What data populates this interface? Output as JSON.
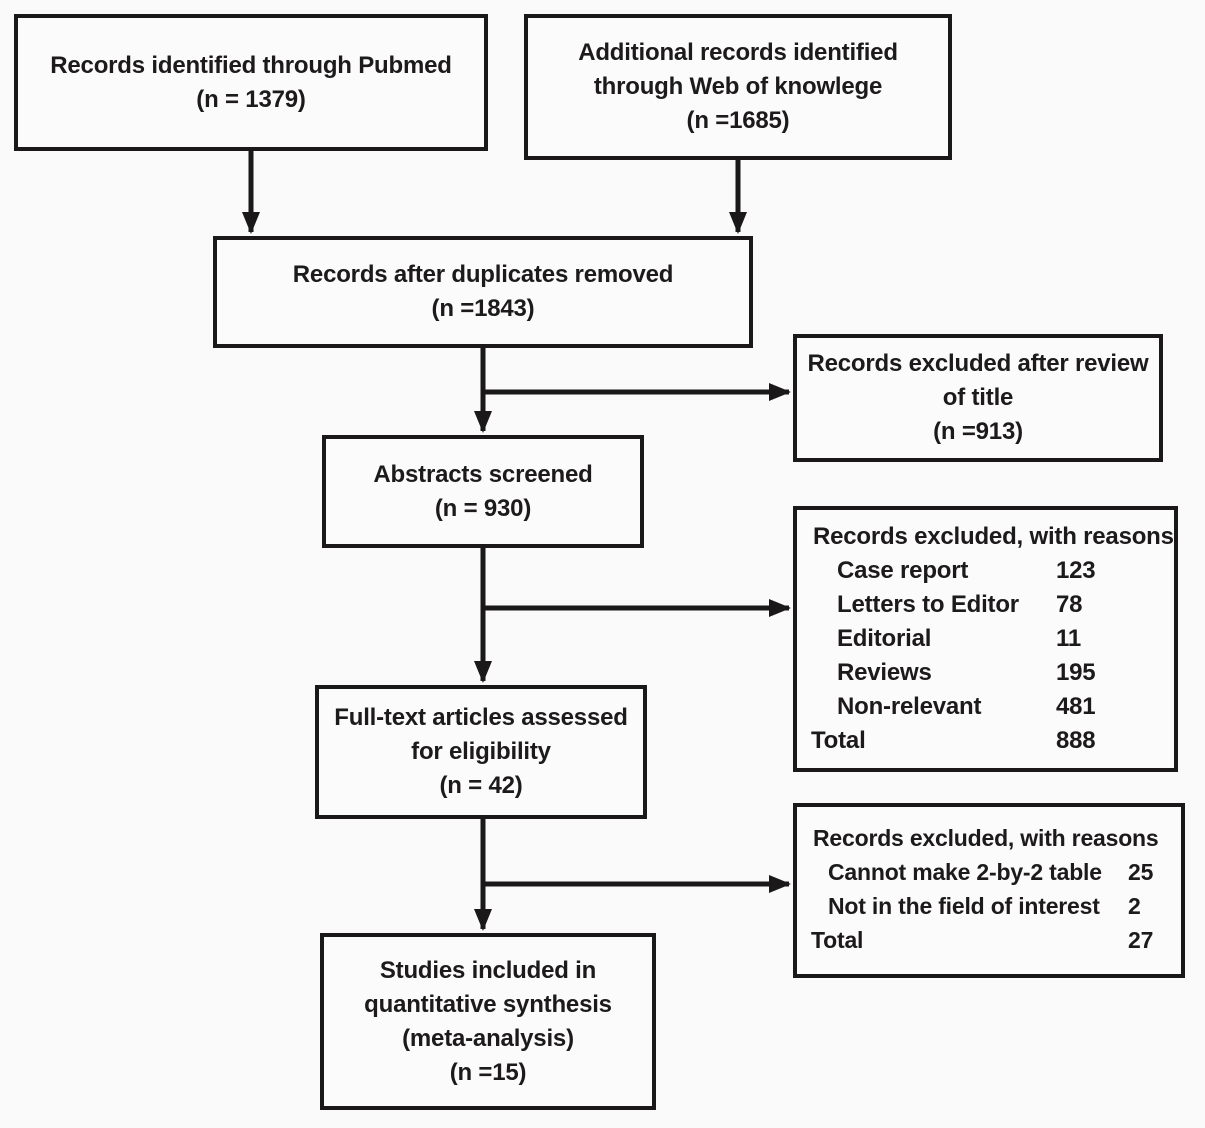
{
  "diagram": {
    "kind": "prisma-flowchart",
    "colors": {
      "line": "#1a1818",
      "text": "#1c1a1a",
      "background": "#fbfafa",
      "box_fill": "#fcfbfb"
    },
    "boxes": {
      "pubmed": {
        "lines": [
          "Records identified through Pubmed",
          "(n = 1379)"
        ]
      },
      "wok": {
        "lines": [
          "Additional records identified",
          "through Web of knowlege",
          "(n =1685)"
        ]
      },
      "duplicates_removed": {
        "lines": [
          "Records after duplicates removed",
          "(n =1843)"
        ]
      },
      "excluded_title": {
        "lines": [
          "Records excluded after review",
          "of title",
          "(n =913)"
        ]
      },
      "abstracts_screened": {
        "lines": [
          "Abstracts screened",
          "(n = 930)"
        ]
      },
      "excluded_abstract": {
        "header": "Records excluded, with reasons",
        "rows": [
          {
            "label": "Case report",
            "value": "123"
          },
          {
            "label": "Letters to Editor",
            "value": "78"
          },
          {
            "label": "Editorial",
            "value": "11"
          },
          {
            "label": "Reviews",
            "value": "195"
          },
          {
            "label": "Non-relevant",
            "value": "481"
          }
        ],
        "total": {
          "label": "Total",
          "value": "888"
        }
      },
      "fulltext": {
        "lines": [
          "Full-text articles assessed",
          "for eligibility",
          "(n = 42)"
        ]
      },
      "excluded_fulltext": {
        "header": "Records excluded, with reasons",
        "rows": [
          {
            "label": "Cannot make 2-by-2 table",
            "value": "25"
          },
          {
            "label": "Not in the field of interest",
            "value": "2"
          }
        ],
        "total": {
          "label": "Total",
          "value": "27"
        }
      },
      "included": {
        "lines": [
          "Studies included in",
          "quantitative synthesis",
          "(meta-analysis)",
          "(n =15)"
        ]
      }
    },
    "edges": [
      {
        "from": "pubmed",
        "to": "duplicates_removed"
      },
      {
        "from": "wok",
        "to": "duplicates_removed"
      },
      {
        "from": "duplicates_removed",
        "to": "excluded_title"
      },
      {
        "from": "duplicates_removed",
        "to": "abstracts_screened"
      },
      {
        "from": "abstracts_screened",
        "to": "excluded_abstract"
      },
      {
        "from": "abstracts_screened",
        "to": "fulltext"
      },
      {
        "from": "fulltext",
        "to": "excluded_fulltext"
      },
      {
        "from": "fulltext",
        "to": "included"
      }
    ]
  }
}
